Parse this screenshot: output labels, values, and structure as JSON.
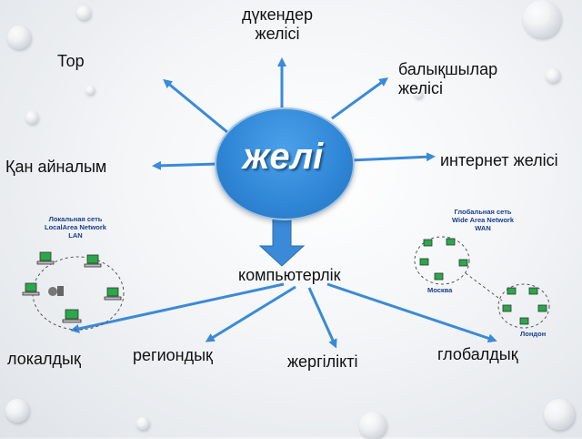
{
  "center": "желі",
  "top": [
    "дүкендер",
    "желісі"
  ],
  "fish": [
    "балықшылар",
    "желісі"
  ],
  "tor": "Тор",
  "blood": "Қан айналым",
  "internet": "интернет желісі",
  "computer": "компьютерлік",
  "local": "локалдық",
  "regional": "региондық",
  "municipal": "жергілікті",
  "global": "глобалдық",
  "lan_title": [
    "Локальная сеть",
    "LocalArea Network",
    "LAN"
  ],
  "wan_title": [
    "Глобальная сеть",
    "Wide Area Network",
    "WAN"
  ],
  "wan_city1": "Москва",
  "wan_city2": "Лондон",
  "colors": {
    "center": "#2f86d6",
    "arrow": "#3a8ad8",
    "text": "#111111"
  }
}
